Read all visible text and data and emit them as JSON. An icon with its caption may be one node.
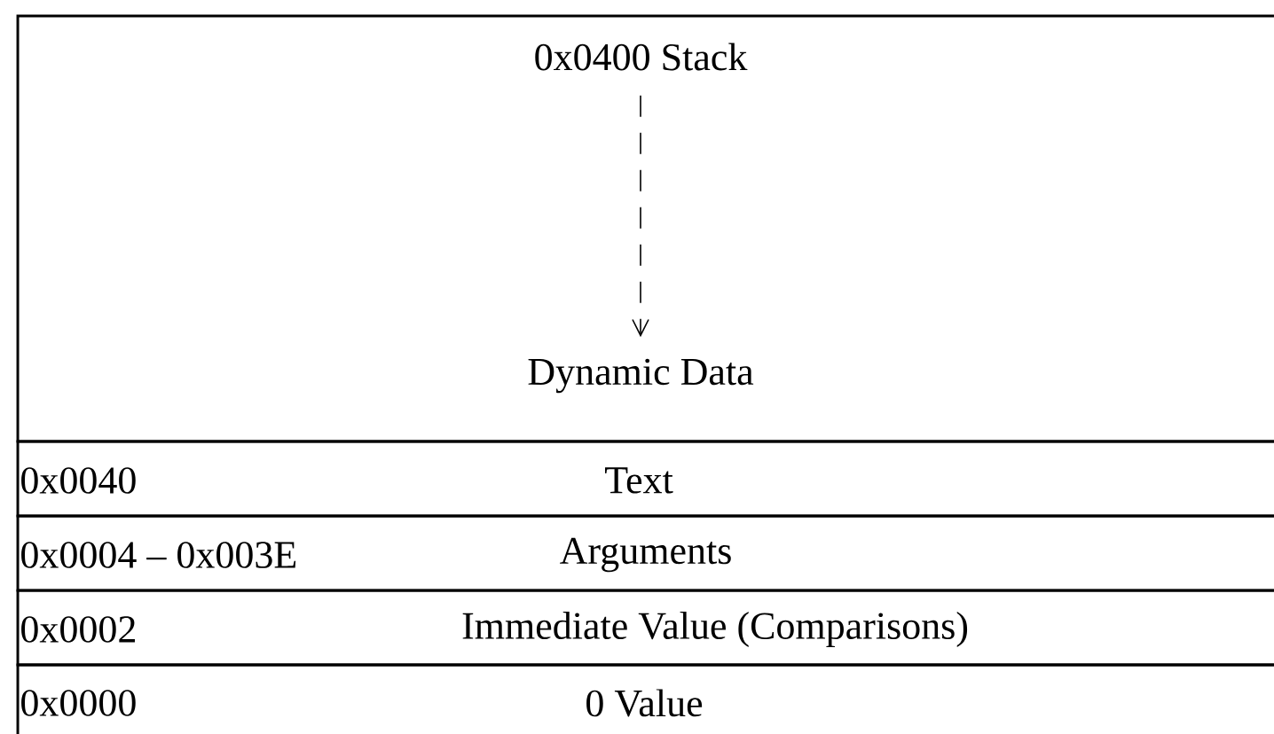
{
  "diagram": {
    "nodes": [
      {
        "text": [],
        "shape": "box"
      },
      {
        "text": [
          "0x0400 Stack"
        ],
        "in": 0
      },
      {
        "text": [
          "Dynamic Data"
        ],
        "in": 0
      },
      {
        "text": [
          "0x0040",
          "Text"
        ]
      },
      {
        "text": [
          "0x0004 – 0x003E",
          "Arguments"
        ]
      },
      {
        "text": [
          "0x0002",
          "Immediate Value (Comparisons)"
        ]
      },
      {
        "text": [
          "0x0000",
          "0 Value"
        ]
      }
    ],
    "edges": [
      {
        "from": 1,
        "to": 2,
        "arrow": "to",
        "style": "dashed"
      }
    ]
  }
}
